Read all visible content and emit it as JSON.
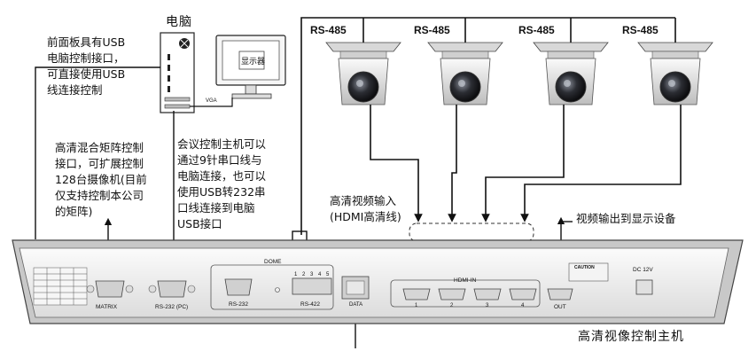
{
  "labels": {
    "pc": "电脑",
    "monitor": "显示器",
    "usb_note": "前面板具有USB\n电脑控制接口，\n可直接使用USB\n线连接控制",
    "matrix_note": "高清混合矩阵控制\n接口，可扩展控制\n128台摄像机(目前\n仅支持控制本公司\n的矩阵)",
    "serial_note": "会议控制主机可以\n通过9针串口线与\n电脑连接，也可以\n使用USB转232串\n口线连接到电脑\nUSB接口",
    "hdmi_in_note": "高清视频输入\n(HDMI高清线)",
    "video_out_note": "视频输出到显示设备",
    "host_title": "高清视像控制主机",
    "vga": "VGA",
    "rs485_1": "RS-485",
    "rs485_2": "RS-485",
    "rs485_3": "RS-485",
    "rs485_4": "RS-485"
  },
  "panel": {
    "matrix_port": "MATRIX",
    "rs232_pc_port": "RS-232 (PC)",
    "dome": "DOME",
    "dome_pins": [
      "1",
      "2",
      "3",
      "4",
      "5"
    ],
    "rs232_port": "RS-232",
    "rs422_port": "RS-422",
    "data_port": "DATA",
    "hdmi_in": "HDMI-IN",
    "hdmi_nums": [
      "1",
      "2",
      "3",
      "4"
    ],
    "out_port": "OUT",
    "dc": "DC  12V",
    "caution": "CAUTION"
  },
  "colors": {
    "line": "#111111",
    "panel_edge": "#555555",
    "panel_fill": "#f2f2f2",
    "camera_body": "#e8e8e8",
    "lens_dark": "#2a2a2a"
  }
}
